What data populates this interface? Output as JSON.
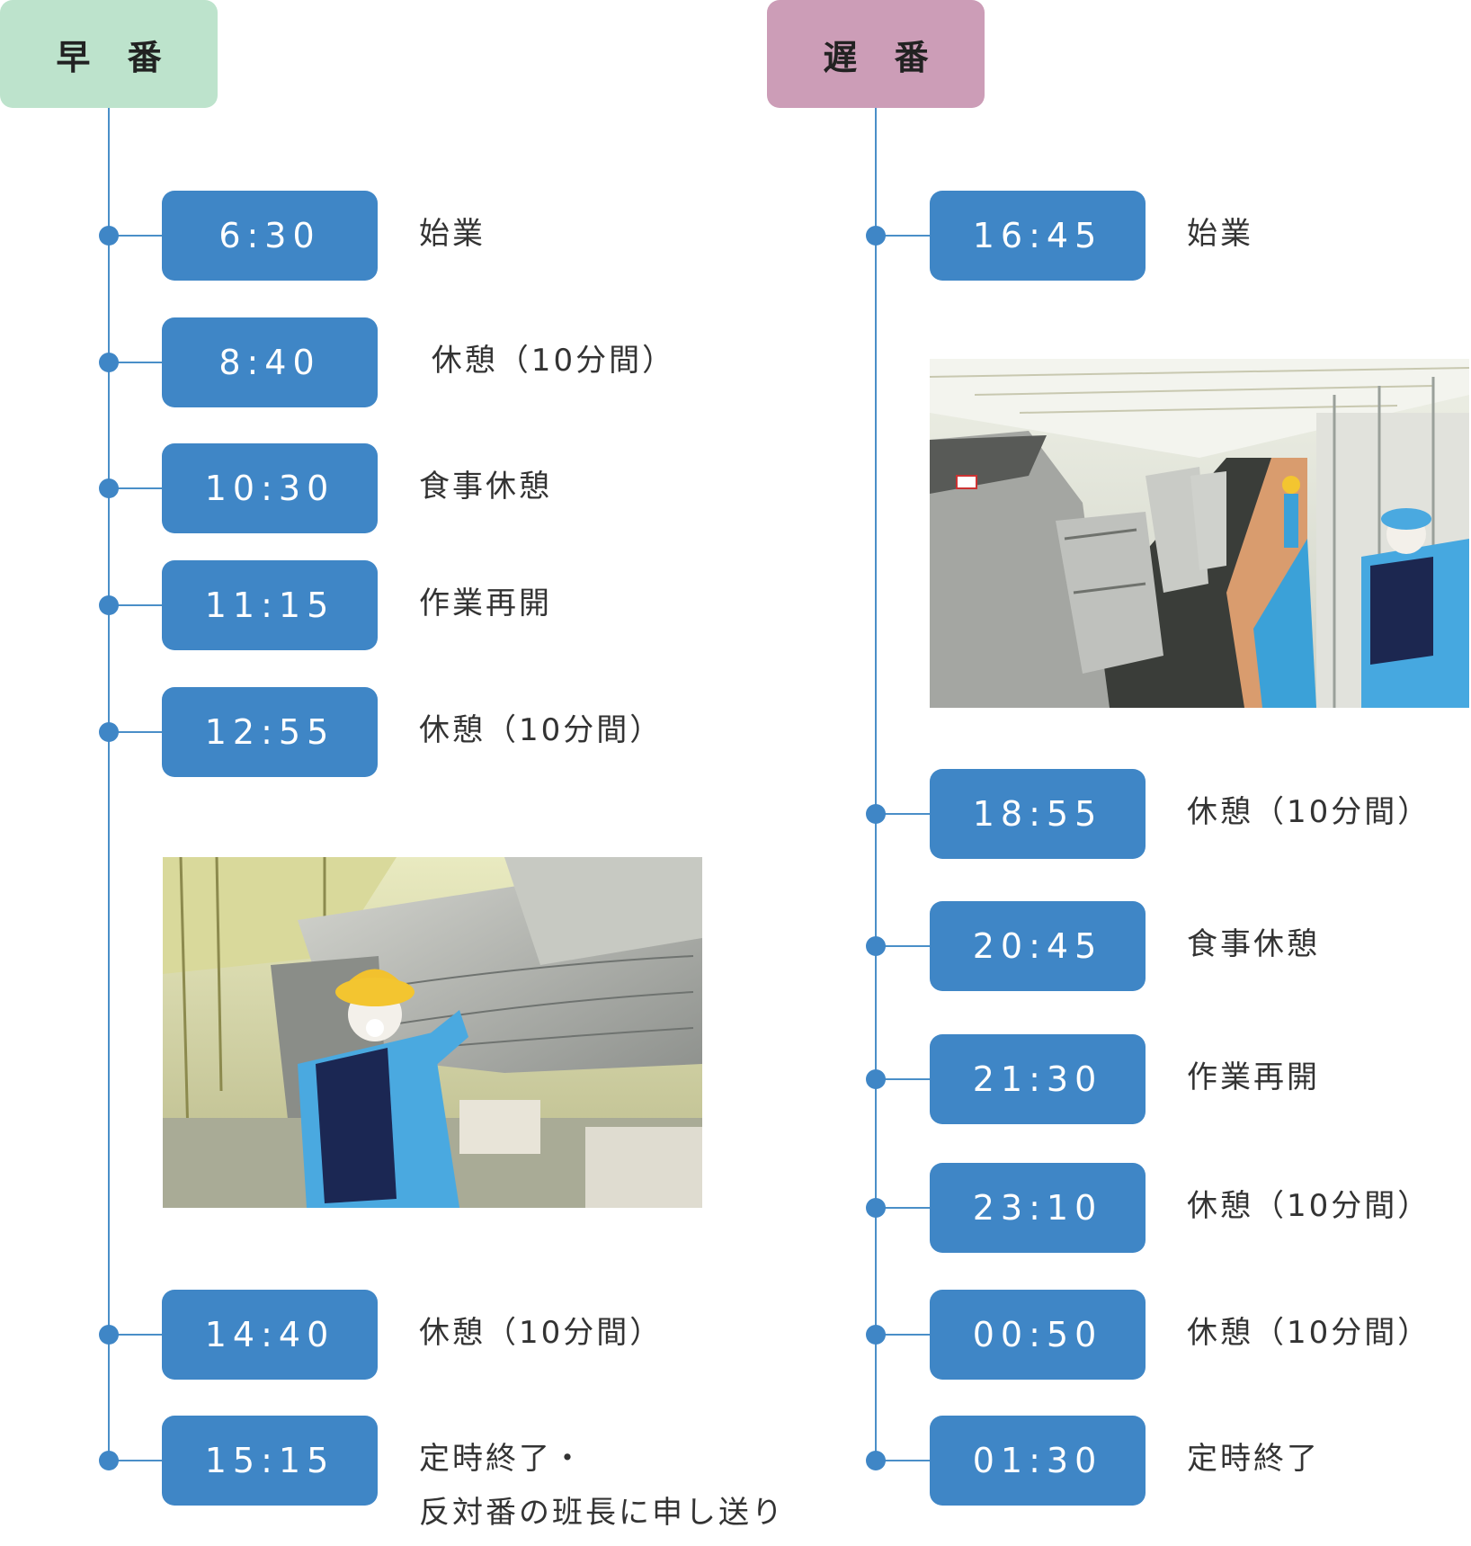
{
  "early": {
    "header": "早番",
    "header_display": "早 番",
    "items": [
      {
        "time": "6:30",
        "label": "始業"
      },
      {
        "time": "8:40",
        "label": " 休憩（10分間）"
      },
      {
        "time": "10:30",
        "label": "食事休憩"
      },
      {
        "time": "11:15",
        "label": "作業再開"
      },
      {
        "time": "12:55",
        "label": "休憩（10分間）"
      },
      {
        "time": "14:40",
        "label": "休憩（10分間）"
      },
      {
        "time": "15:15",
        "label": "定時終了・",
        "label2": "反対番の班長に申し送り"
      }
    ]
  },
  "late": {
    "header": "遅番",
    "header_display": "遅 番",
    "items": [
      {
        "time": "16:45",
        "label": "始業"
      },
      {
        "time": "18:55",
        "label": "休憩（10分間）"
      },
      {
        "time": "20:45",
        "label": "食事休憩"
      },
      {
        "time": "21:30",
        "label": "作業再開"
      },
      {
        "time": "23:10",
        "label": "休憩（10分間）"
      },
      {
        "time": "00:50",
        "label": "休憩（10分間）"
      },
      {
        "time": "01:30",
        "label": "定時終了"
      }
    ]
  },
  "colors": {
    "accent": "#3f86c6",
    "early_header": "#bde3cc",
    "late_header": "#cc9db7"
  }
}
